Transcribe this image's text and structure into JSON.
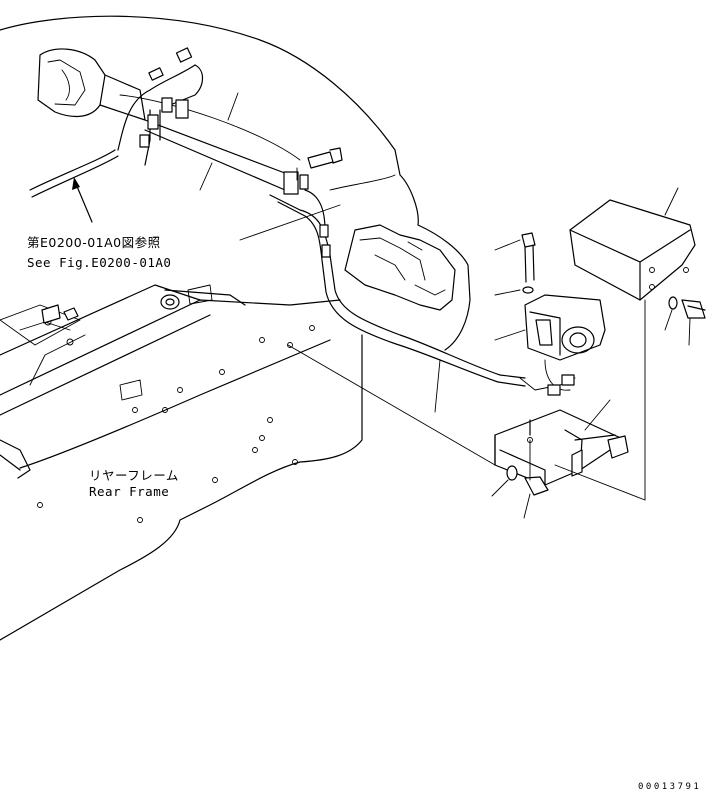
{
  "reference": {
    "jp": "第E0200-01A0図参照",
    "en": "See Fig.E0200-01A0"
  },
  "rear_frame": {
    "jp": "リヤーフレーム",
    "en": "Rear Frame"
  },
  "drawing_code": "00013791",
  "colors": {
    "line": "#000000",
    "background": "#ffffff"
  }
}
